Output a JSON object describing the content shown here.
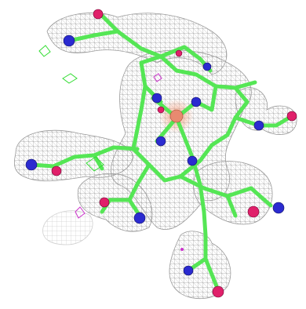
{
  "colors": {
    "background": "#ffffff",
    "mesh": "#9a9a9a",
    "mesh_light": "#cfcfcf",
    "carbon_bond": "#55e655",
    "nitrogen": "#2b2bd0",
    "oxygen": "#e0206a",
    "metal": "#e88a70",
    "center_glow": "#f2a080",
    "difference_density_positive": "#33dd33",
    "difference_density_negative": "#cc33cc"
  },
  "icons": {
    "nitrogen_atom": "nitrogen-atom-sphere",
    "oxygen_atom": "oxygen-atom-sphere",
    "metal_atom": "metal-center-sphere"
  }
}
